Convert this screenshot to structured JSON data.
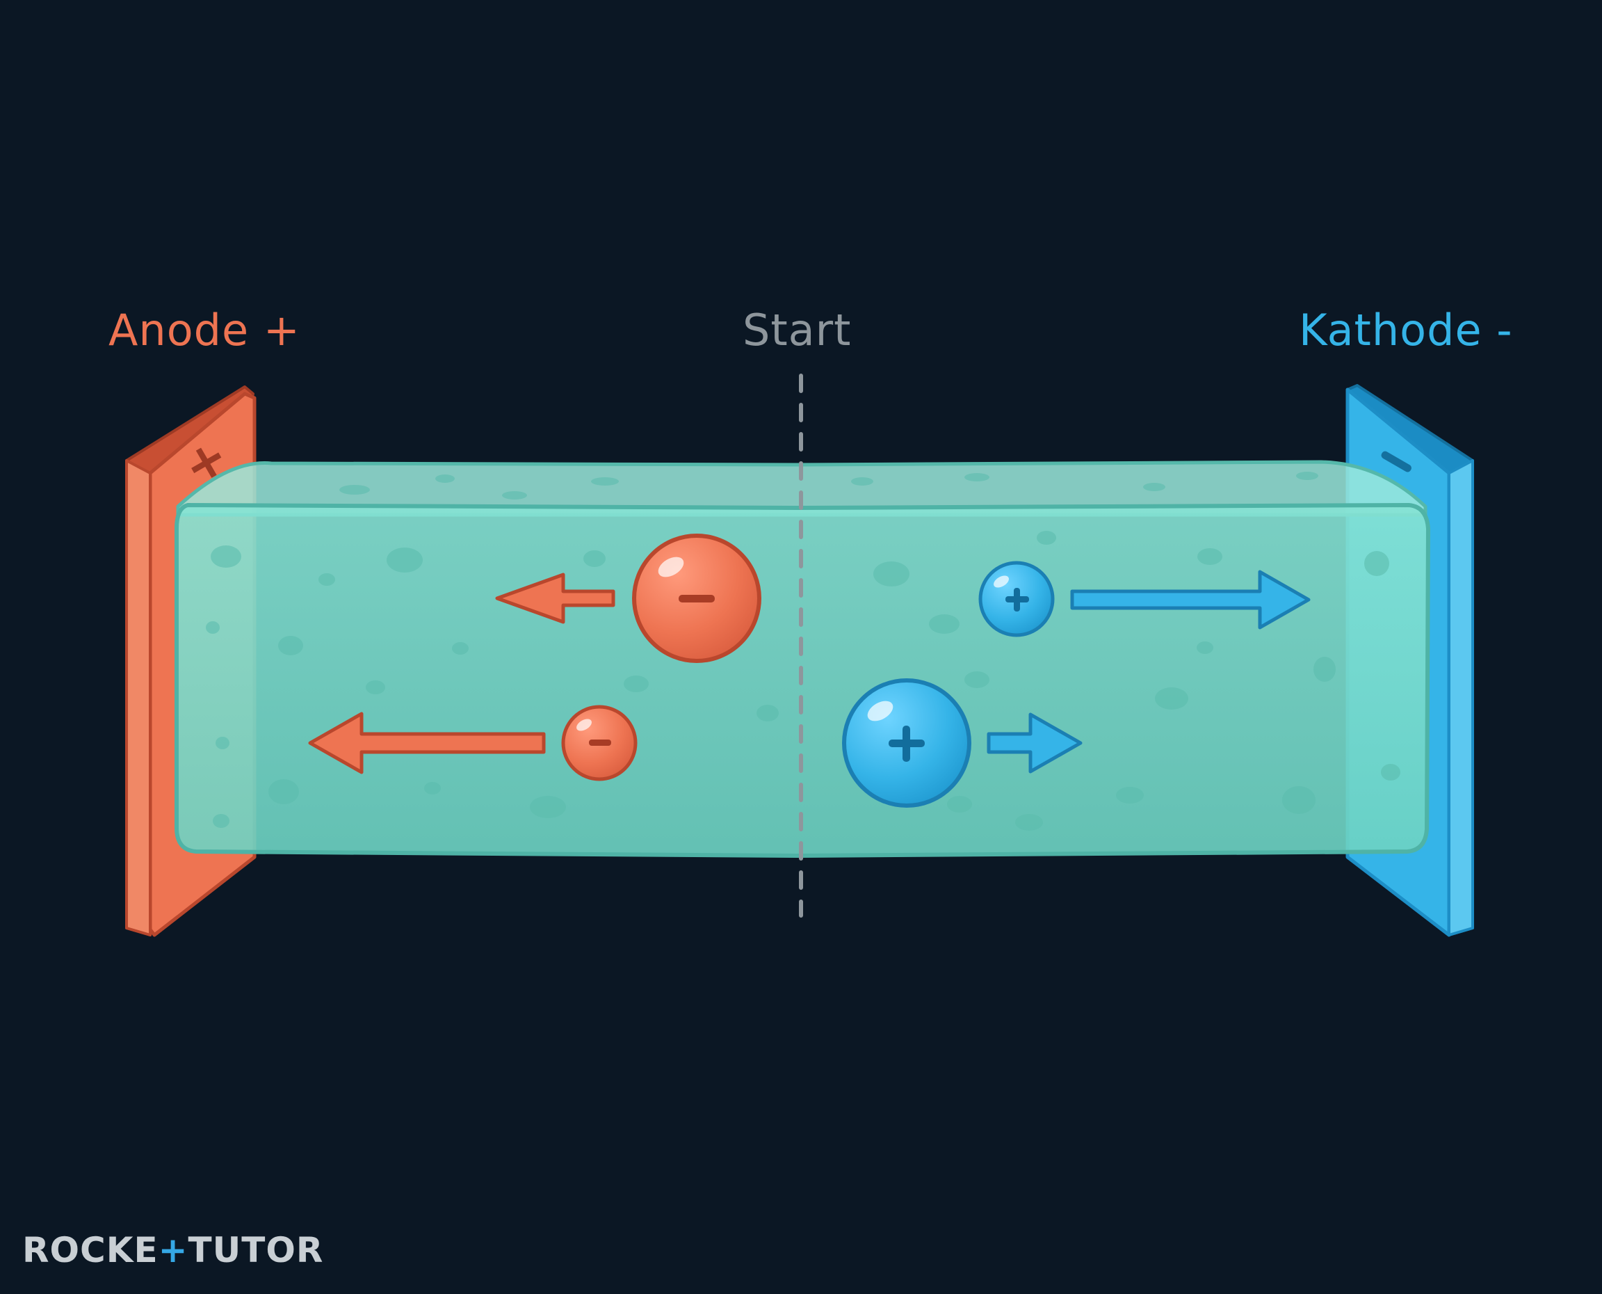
{
  "labels": {
    "anode": "Anode +",
    "start": "Start",
    "kathode": "Kathode -"
  },
  "plates": {
    "anode_sign": "+",
    "kathode_sign": "−"
  },
  "particles": [
    {
      "name": "anion-large",
      "charge": "−",
      "direction": "left"
    },
    {
      "name": "anion-small",
      "charge": "−",
      "direction": "left"
    },
    {
      "name": "cation-small",
      "charge": "+",
      "direction": "right"
    },
    {
      "name": "cation-large",
      "charge": "+",
      "direction": "right"
    }
  ],
  "logo": {
    "part1": "ROCKE",
    "mark": "+",
    "part2": "TUTOR"
  },
  "colors": {
    "background": "#0b1724",
    "anode": "#ee7452",
    "anode_dark": "#c84f33",
    "kathode": "#35b4e8",
    "kathode_dark": "#1b8cc4",
    "gel": "#78dccd",
    "gel_edge": "#4fb3a6",
    "start_line": "#8e969c",
    "logo": "#c9cfd4"
  }
}
